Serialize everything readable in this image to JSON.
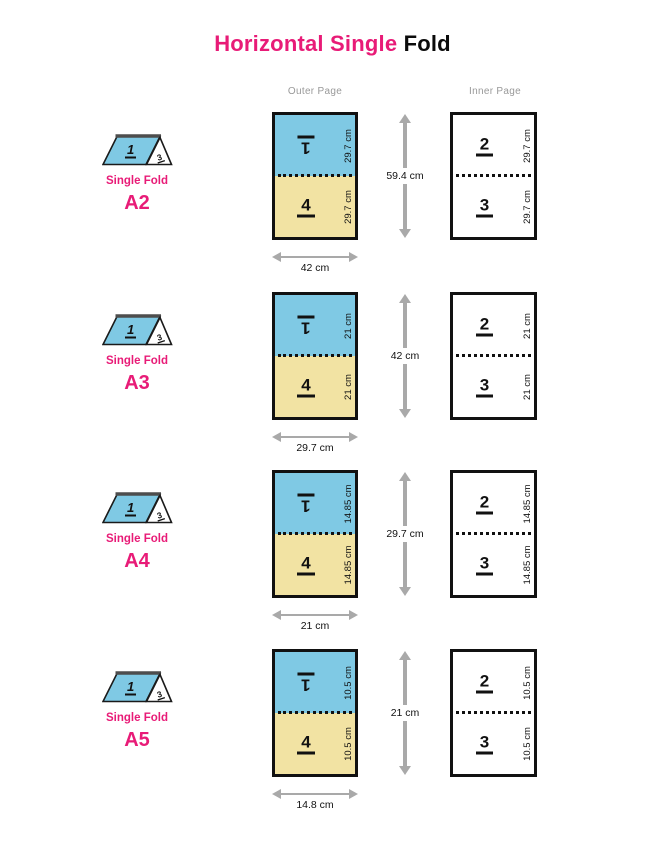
{
  "title": {
    "accent": "Horizontal Single",
    "rest": "Fold"
  },
  "headers": {
    "outer": "Outer Page",
    "inner": "Inner Page"
  },
  "fold_label": "Single Fold",
  "icon": {
    "front_page": "1",
    "side_page": "3"
  },
  "colors": {
    "accent_pink": "#e81b77",
    "page_blue": "#7fc9e4",
    "page_yellow": "#f2e3a3",
    "arrow_gray": "#a9a9a9",
    "header_gray": "#999999",
    "line_black": "#111111"
  },
  "rows": [
    {
      "size": "A2",
      "outer": {
        "top_page": "1",
        "bottom_page": "4",
        "top_dim": "29.7 cm",
        "bottom_dim": "29.7 cm",
        "width": "42 cm",
        "height": "59.4 cm"
      },
      "inner": {
        "top_page": "2",
        "bottom_page": "3",
        "top_dim": "29.7 cm",
        "bottom_dim": "29.7 cm"
      }
    },
    {
      "size": "A3",
      "outer": {
        "top_page": "1",
        "bottom_page": "4",
        "top_dim": "21 cm",
        "bottom_dim": "21 cm",
        "width": "29.7 cm",
        "height": "42 cm"
      },
      "inner": {
        "top_page": "2",
        "bottom_page": "3",
        "top_dim": "21 cm",
        "bottom_dim": "21 cm"
      }
    },
    {
      "size": "A4",
      "outer": {
        "top_page": "1",
        "bottom_page": "4",
        "top_dim": "14.85 cm",
        "bottom_dim": "14.85 cm",
        "width": "21 cm",
        "height": "29.7 cm"
      },
      "inner": {
        "top_page": "2",
        "bottom_page": "3",
        "top_dim": "14.85 cm",
        "bottom_dim": "14.85 cm"
      }
    },
    {
      "size": "A5",
      "outer": {
        "top_page": "1",
        "bottom_page": "4",
        "top_dim": "10.5 cm",
        "bottom_dim": "10.5 cm",
        "width": "14.8 cm",
        "height": "21 cm"
      },
      "inner": {
        "top_page": "2",
        "bottom_page": "3",
        "top_dim": "10.5 cm",
        "bottom_dim": "10.5 cm"
      }
    }
  ]
}
